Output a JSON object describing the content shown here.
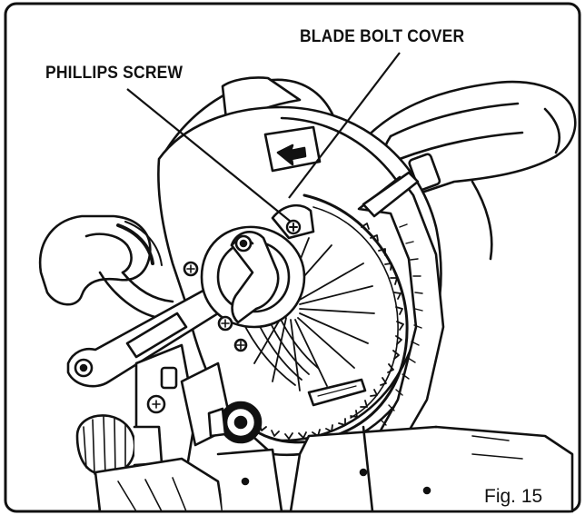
{
  "labels": {
    "blade_bolt_cover": "BLADE BOLT COVER",
    "phillips_screw": "PHILLIPS SCREW"
  },
  "caption": "Fig. 15",
  "colors": {
    "ink": "#111111",
    "paper": "#ffffff",
    "shade": "#8a8a8a"
  }
}
